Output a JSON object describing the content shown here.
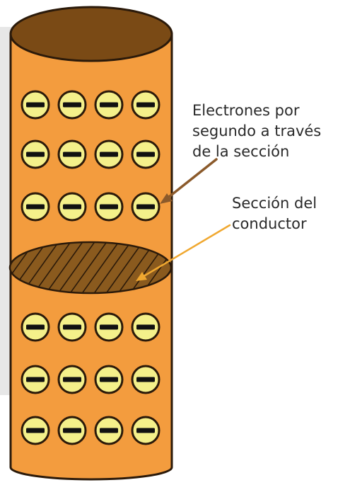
{
  "labels": {
    "electrons_line1": "Electrones por",
    "electrons_line2": "segundo a través",
    "electrons_line3": "de la sección",
    "section_line1": "Sección del",
    "section_line2": "conductor"
  },
  "colors": {
    "conductor_body": "#f39c3e",
    "conductor_outline": "#2b1a0a",
    "cylinder_top": "#7a4a15",
    "cross_section_fill": "#8a5a1e",
    "cross_section_hatch": "#2b1a0a",
    "electron_fill": "#f4f08a",
    "arrow_electrons": "#8b5a2b",
    "arrow_section": "#f0a830",
    "side_panel": "#e7e7e7"
  },
  "electrons": {
    "rows_above_section": 3,
    "rows_below_section": 3,
    "per_row": 4,
    "sign": "minus"
  }
}
